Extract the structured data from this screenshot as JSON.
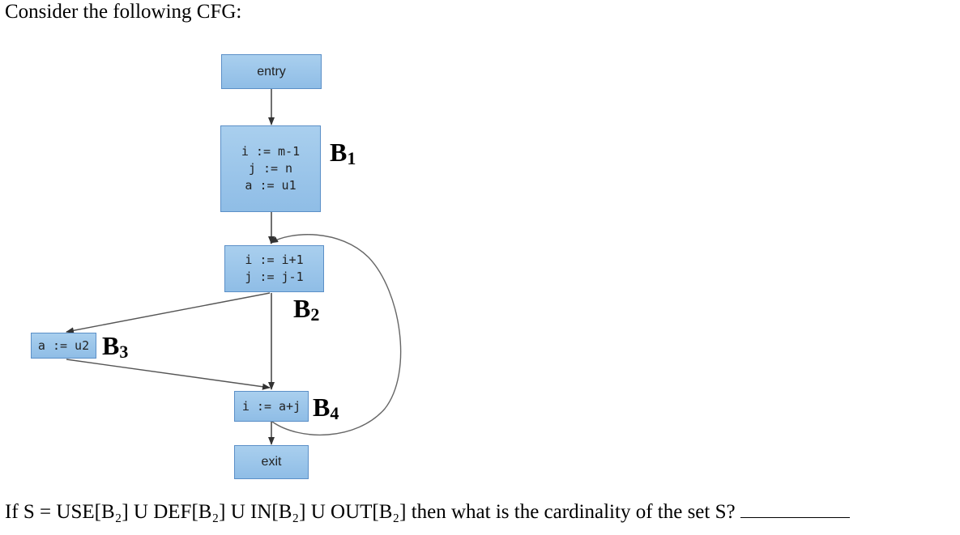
{
  "intro": "Consider the following CFG:",
  "nodes": {
    "entry": {
      "text": "entry"
    },
    "b1": {
      "lines": [
        "i := m-1",
        "j := n",
        "a := u1"
      ],
      "label_letter": "B",
      "label_sub": "1"
    },
    "b2": {
      "lines": [
        "i := i+1",
        "j := j-1"
      ],
      "label_letter": "B",
      "label_sub": "2"
    },
    "b3": {
      "lines": [
        "a := u2"
      ],
      "label_letter": "B",
      "label_sub": "3"
    },
    "b4": {
      "lines": [
        "i := a+j"
      ],
      "label_letter": "B",
      "label_sub": "4"
    },
    "exit": {
      "text": "exit"
    }
  },
  "edges": [
    [
      "entry",
      "b1"
    ],
    [
      "b1",
      "b2"
    ],
    [
      "b2",
      "b3"
    ],
    [
      "b2",
      "b4"
    ],
    [
      "b3",
      "b4"
    ],
    [
      "b4",
      "b2"
    ],
    [
      "b4",
      "exit"
    ]
  ],
  "question": "If S = USE[B₂] U DEF[B₂] U IN[B₂] U OUT[B₂] then what is the cardinality of the set S?",
  "colors": {
    "node_fill": "#99c5eb",
    "node_border": "#5b8fc7",
    "edge": "#333333"
  }
}
